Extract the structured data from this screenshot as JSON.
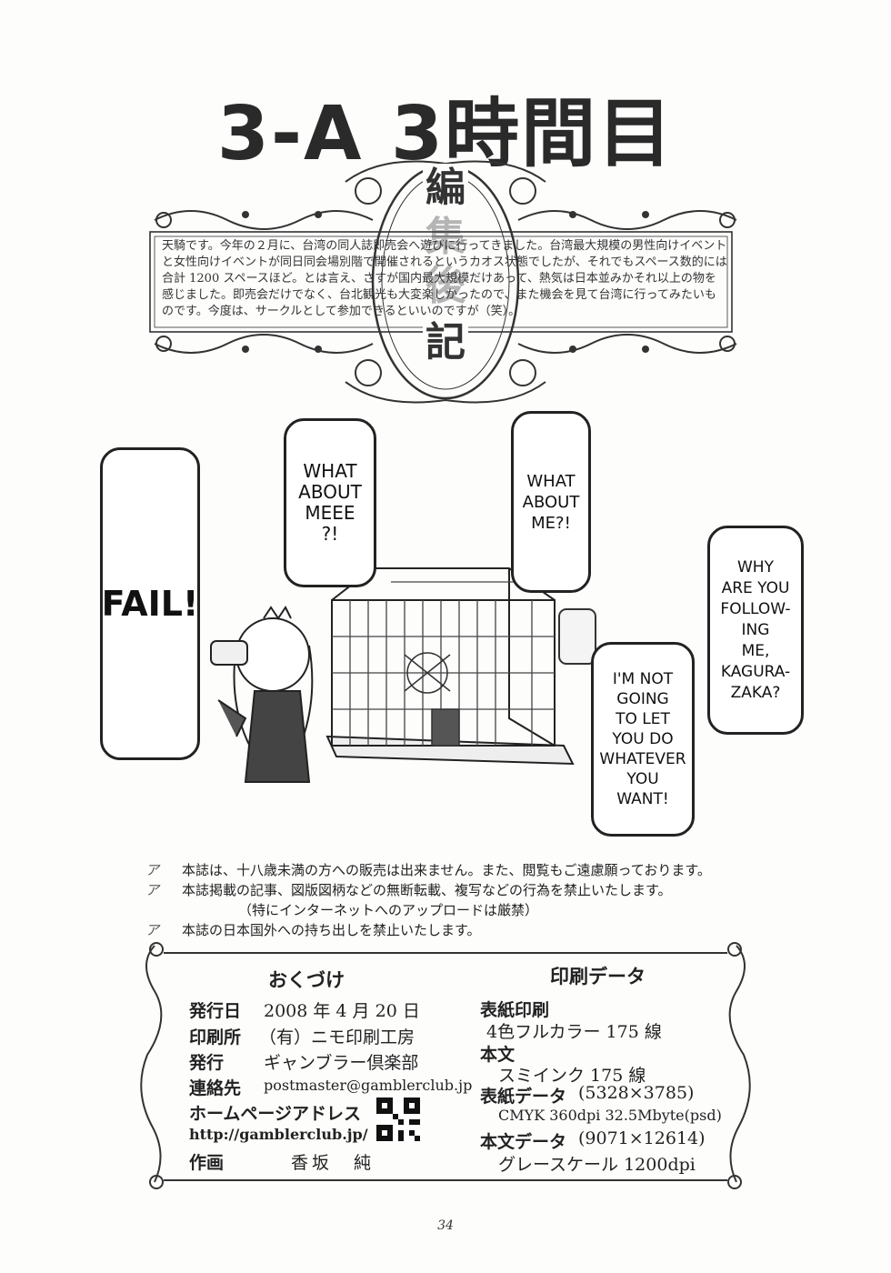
{
  "title": "3-A 3時間目",
  "editorial": {
    "label_top": "編",
    "label_mid_1": "集",
    "label_mid_2": "後",
    "label_bottom": "記",
    "text": "天騎です。今年の２月に、台湾の同人誌即売会へ遊びに行ってきました。台湾最大規模の男性向けイベントと女性向けイベントが同日同会場別階で開催されるというカオス状態でしたが、それでもスペース数的には合計 1200 スペースほど。とは言え、さすが国内最大規模だけあって、熱気は日本並みかそれ以上の物を感じました。即売会だけでなく、台北観光も大変楽しかったので、また機会を見て台湾に行ってみたいものです。今度は、サークルとして参加できるといいのですが（笑）。"
  },
  "bubbles": {
    "fail": "FAIL!",
    "what_about_meee": [
      "WHAT",
      "ABOUT",
      "MEEE",
      "?!"
    ],
    "what_about_me": [
      "WHAT",
      "ABOUT",
      "ME?!"
    ],
    "not_going": [
      "I'M NOT",
      "GOING",
      "TO LET",
      "YOU DO",
      "WHATEVER",
      "YOU",
      "WANT!"
    ],
    "why_following": [
      "WHY",
      "ARE YOU",
      "FOLLOW-",
      "ING",
      "ME,",
      "KAGURA-",
      "ZAKA?"
    ]
  },
  "notices": [
    "本誌は、十八歳未満の方への販売は出来ません。また、閲覧もご遠慮願っております。",
    "本誌掲載の記事、図版図柄などの無断転載、複写などの行為を禁止いたします。",
    "（特にインターネットへのアップロードは厳禁）",
    "本誌の日本国外への持ち出しを禁止いたします。"
  ],
  "notice_mark": "ア",
  "colophon": {
    "left_heading": "おくづけ",
    "rows": [
      {
        "label": "発行日",
        "value": "2008 年 4 月 20 日"
      },
      {
        "label": "印刷所",
        "value": "（有）ニモ印刷工房"
      },
      {
        "label": "発行",
        "value": "ギャンブラー倶楽部"
      },
      {
        "label": "連絡先",
        "value": "postmaster@gamblerclub.jp"
      }
    ],
    "homepage_label": "ホームページアドレス",
    "homepage_url": "http://gamblerclub.jp/",
    "author_label": "作画",
    "author_name": "香坂　純",
    "right_heading": "印刷データ",
    "print": [
      {
        "label": "表紙印刷",
        "value": "4色フルカラー 175 線"
      },
      {
        "label": "本文",
        "value": "スミインク 175 線"
      },
      {
        "label": "表紙データ",
        "value": "(5328×3785)"
      },
      {
        "label": "",
        "value": "CMYK 360dpi 32.5Mbyte(psd)"
      },
      {
        "label": "本文データ",
        "value": "(9071×12614)"
      },
      {
        "label": "",
        "value": "グレースケール 1200dpi"
      }
    ]
  },
  "page_number": "34"
}
